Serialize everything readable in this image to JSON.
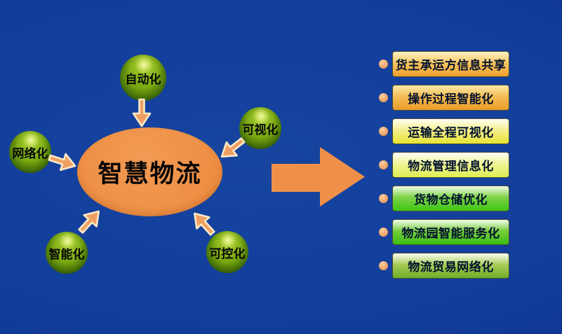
{
  "background_color": "#123d9c",
  "center_ellipse": {
    "label": "智慧物流",
    "fill": "#ee8f45",
    "text_color": "#050505"
  },
  "spheres": [
    {
      "label": "自动化"
    },
    {
      "label": "可视化"
    },
    {
      "label": "网络化"
    },
    {
      "label": "智能化"
    },
    {
      "label": "可控化"
    }
  ],
  "sphere_style": {
    "highlight": "#f0f8aa",
    "base": "#7aa910",
    "edge": "#16320a",
    "text_color": "#060606"
  },
  "connector_arrow": {
    "fill": "#ef9f63",
    "outline": "#fbe9c6"
  },
  "big_arrow": {
    "fill": "#ef9049"
  },
  "right_list": {
    "bullet_color": "#f0a86e",
    "text_color": "#01112e",
    "items": [
      {
        "label": "货主承运方信息共享",
        "gradient_top": "#fdf3c6",
        "gradient_mid": "#f7c660",
        "gradient_bottom": "#ee9e2c"
      },
      {
        "label": "操作过程智能化",
        "gradient_top": "#fbe9a8",
        "gradient_mid": "#f4bd55",
        "gradient_bottom": "#eb9c28"
      },
      {
        "label": "运输全程可视化",
        "gradient_top": "#fffef4",
        "gradient_mid": "#f4ef8e",
        "gradient_bottom": "#e8e433"
      },
      {
        "label": "物流管理信息化",
        "gradient_top": "#ffffff",
        "gradient_mid": "#f0f596",
        "gradient_bottom": "#dfed55"
      },
      {
        "label": "货物仓储优化",
        "gradient_top": "#f0fbe8",
        "gradient_mid": "#7fd348",
        "gradient_bottom": "#3dc414"
      },
      {
        "label": "物流园智能服务化",
        "gradient_top": "#f4fff0",
        "gradient_mid": "#78cd3e",
        "gradient_bottom": "#38bd10"
      },
      {
        "label": "物流贸易网络化",
        "gradient_top": "#fefff8",
        "gradient_mid": "#a8cc58",
        "gradient_bottom": "#6fae28"
      }
    ]
  }
}
